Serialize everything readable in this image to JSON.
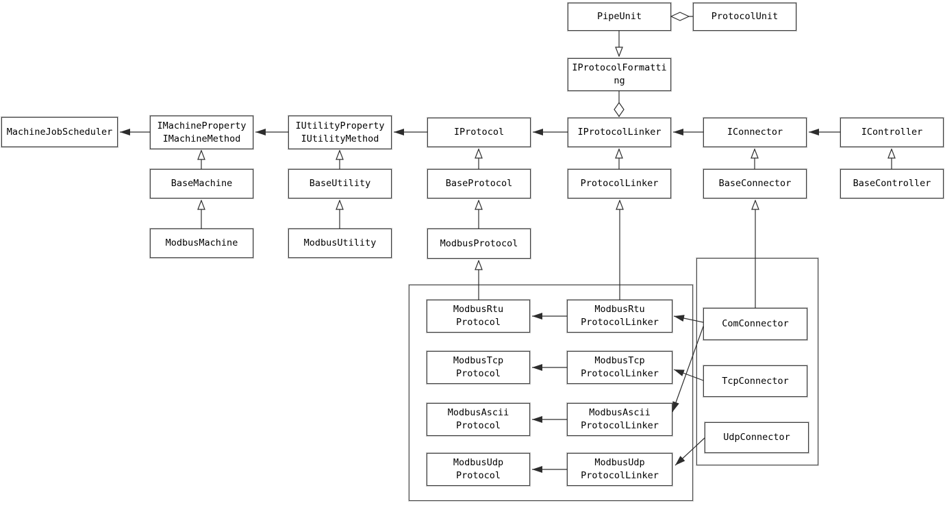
{
  "colors": {
    "background": "#ffffff",
    "box_fill": "#ffffff",
    "box_border": "#3f3f3f",
    "box_border_halo": "#808080",
    "line": "#2d2d2d",
    "text": "#000000"
  },
  "nodes": {
    "pipe_unit": {
      "lines": [
        "PipeUnit"
      ]
    },
    "protocol_unit": {
      "lines": [
        "ProtocolUnit"
      ]
    },
    "i_protocol_formatting": {
      "lines": [
        "IProtocolFormatti",
        "ng"
      ]
    },
    "machine_job_scheduler": {
      "lines": [
        "MachineJobScheduler"
      ]
    },
    "i_machine": {
      "lines": [
        "IMachineProperty",
        "IMachineMethod"
      ]
    },
    "i_utility": {
      "lines": [
        "IUtilityProperty",
        "IUtilityMethod"
      ]
    },
    "i_protocol": {
      "lines": [
        "IProtocol"
      ]
    },
    "i_protocol_linker": {
      "lines": [
        "IProtocolLinker"
      ]
    },
    "i_connector": {
      "lines": [
        "IConnector"
      ]
    },
    "i_controller": {
      "lines": [
        "IController"
      ]
    },
    "base_machine": {
      "lines": [
        "BaseMachine"
      ]
    },
    "base_utility": {
      "lines": [
        "BaseUtility"
      ]
    },
    "base_protocol": {
      "lines": [
        "BaseProtocol"
      ]
    },
    "protocol_linker": {
      "lines": [
        "ProtocolLinker"
      ]
    },
    "base_connector": {
      "lines": [
        "BaseConnector"
      ]
    },
    "base_controller": {
      "lines": [
        "BaseController"
      ]
    },
    "modbus_machine": {
      "lines": [
        "ModbusMachine"
      ]
    },
    "modbus_utility": {
      "lines": [
        "ModbusUtility"
      ]
    },
    "modbus_protocol": {
      "lines": [
        "ModbusProtocol"
      ]
    },
    "modbus_rtu_protocol": {
      "lines": [
        "ModbusRtu",
        "Protocol"
      ]
    },
    "modbus_tcp_protocol": {
      "lines": [
        "ModbusTcp",
        "Protocol"
      ]
    },
    "modbus_ascii_protocol": {
      "lines": [
        "ModbusAscii",
        "Protocol"
      ]
    },
    "modbus_udp_protocol": {
      "lines": [
        "ModbusUdp",
        "Protocol"
      ]
    },
    "modbus_rtu_protocol_linker": {
      "lines": [
        "ModbusRtu",
        "ProtocolLinker"
      ]
    },
    "modbus_tcp_protocol_linker": {
      "lines": [
        "ModbusTcp",
        "ProtocolLinker"
      ]
    },
    "modbus_ascii_protocol_linker": {
      "lines": [
        "ModbusAscii",
        "ProtocolLinker"
      ]
    },
    "modbus_udp_protocol_linker": {
      "lines": [
        "ModbusUdp",
        "ProtocolLinker"
      ]
    },
    "com_connector": {
      "lines": [
        "ComConnector"
      ]
    },
    "tcp_connector": {
      "lines": [
        "TcpConnector"
      ]
    },
    "udp_connector": {
      "lines": [
        "UdpConnector"
      ]
    }
  },
  "edges": [
    {
      "from": "IMachinePropertyIMachineMethod",
      "to": "MachineJobScheduler",
      "type": "directed-association"
    },
    {
      "from": "IUtilityPropertyIUtilityMethod",
      "to": "IMachinePropertyIMachineMethod",
      "type": "directed-association"
    },
    {
      "from": "IProtocol",
      "to": "IUtilityPropertyIUtilityMethod",
      "type": "directed-association"
    },
    {
      "from": "IProtocolLinker",
      "to": "IProtocol",
      "type": "directed-association"
    },
    {
      "from": "IConnector",
      "to": "IProtocolLinker",
      "type": "directed-association"
    },
    {
      "from": "IController",
      "to": "IConnector",
      "type": "directed-association"
    },
    {
      "from": "PipeUnit",
      "to": "ProtocolUnit",
      "type": "aggregation"
    },
    {
      "from": "PipeUnit",
      "to": "IProtocolFormatting",
      "type": "realization"
    },
    {
      "from": "IProtocolFormatting",
      "to": "IProtocolLinker",
      "type": "aggregation"
    },
    {
      "from": "BaseMachine",
      "to": "IMachinePropertyIMachineMethod",
      "type": "generalization"
    },
    {
      "from": "ModbusMachine",
      "to": "BaseMachine",
      "type": "generalization"
    },
    {
      "from": "BaseUtility",
      "to": "IUtilityPropertyIUtilityMethod",
      "type": "generalization"
    },
    {
      "from": "ModbusUtility",
      "to": "BaseUtility",
      "type": "generalization"
    },
    {
      "from": "BaseProtocol",
      "to": "IProtocol",
      "type": "generalization"
    },
    {
      "from": "ModbusProtocol",
      "to": "BaseProtocol",
      "type": "generalization"
    },
    {
      "from": "ProtocolLinker",
      "to": "IProtocolLinker",
      "type": "generalization"
    },
    {
      "from": "BaseConnector",
      "to": "IConnector",
      "type": "generalization"
    },
    {
      "from": "BaseController",
      "to": "IController",
      "type": "generalization"
    },
    {
      "from": "ModbusRtuProtocol",
      "to": "ModbusProtocol",
      "type": "generalization"
    },
    {
      "from": "ModbusRtuProtocolLinker",
      "to": "ProtocolLinker",
      "type": "generalization"
    },
    {
      "from": "ComConnector",
      "to": "BaseConnector",
      "type": "generalization"
    },
    {
      "from": "ModbusRtuProtocolLinker",
      "to": "ModbusRtuProtocol",
      "type": "directed-association"
    },
    {
      "from": "ModbusTcpProtocolLinker",
      "to": "ModbusTcpProtocol",
      "type": "directed-association"
    },
    {
      "from": "ModbusAsciiProtocolLinker",
      "to": "ModbusAsciiProtocol",
      "type": "directed-association"
    },
    {
      "from": "ModbusUdpProtocolLinker",
      "to": "ModbusUdpProtocol",
      "type": "directed-association"
    },
    {
      "from": "ComConnector",
      "to": "ModbusRtuProtocolLinker",
      "type": "directed-association"
    },
    {
      "from": "ComConnector",
      "to": "ModbusAsciiProtocolLinker",
      "type": "directed-association"
    },
    {
      "from": "TcpConnector",
      "to": "ModbusTcpProtocolLinker",
      "type": "directed-association"
    },
    {
      "from": "UdpConnector",
      "to": "ModbusUdpProtocolLinker",
      "type": "directed-association"
    }
  ]
}
